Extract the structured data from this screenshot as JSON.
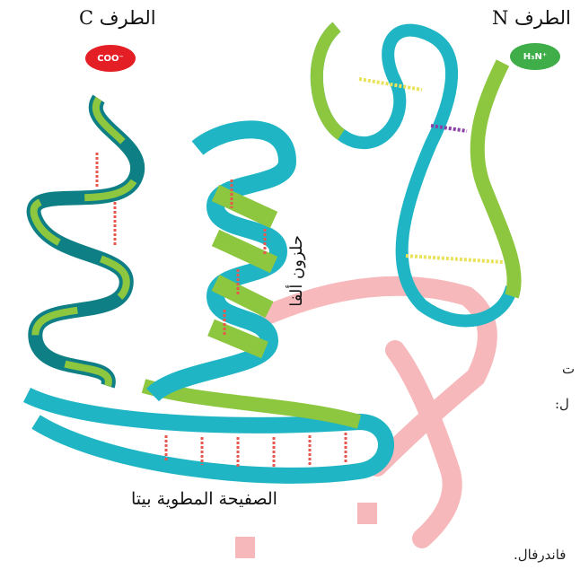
{
  "labels": {
    "c_terminus": "الطرف C",
    "n_terminus": "الطرف N",
    "coo_badge": "COO⁻",
    "h3n_badge": "H₃N⁺",
    "alpha_helix": "حلزون ألفا",
    "beta_sheet": "الصفيحة المطوية بيتا"
  },
  "cut_text": {
    "line1": "ت",
    "line2": "ل:",
    "line3": "فاندرفال."
  },
  "colors": {
    "ribbon_green": "#8dc63f",
    "ribbon_teal": "#1fb5c4",
    "ribbon_dark_teal": "#0f7f86",
    "hbond_red": "#e8584f",
    "bond_yellow": "#e9e25a",
    "bond_purple": "#8b3fa8",
    "coo_badge": "#e31e24",
    "h3n_badge": "#3fae49",
    "watermark": "#e8373c"
  }
}
